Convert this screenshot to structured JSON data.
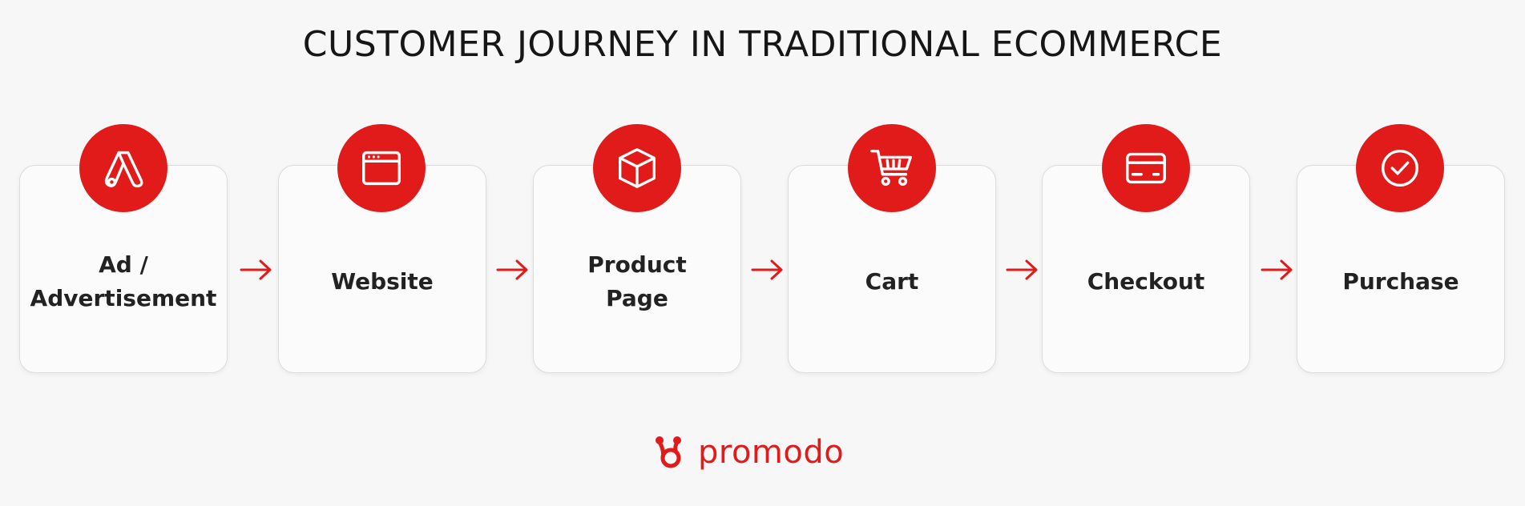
{
  "title": "CUSTOMER JOURNEY IN TRADITIONAL ECOMMERCE",
  "accent_color": "#e11a1a",
  "steps": [
    {
      "label": "Ad /\nAdvertisement",
      "icon": "ads-logo-icon"
    },
    {
      "label": "Website",
      "icon": "browser-window-icon"
    },
    {
      "label": "Product\nPage",
      "icon": "box-icon"
    },
    {
      "label": "Cart",
      "icon": "shopping-cart-icon"
    },
    {
      "label": "Checkout",
      "icon": "credit-card-icon"
    },
    {
      "label": "Purchase",
      "icon": "check-circle-icon"
    }
  ],
  "logo": {
    "text": "promodo"
  }
}
